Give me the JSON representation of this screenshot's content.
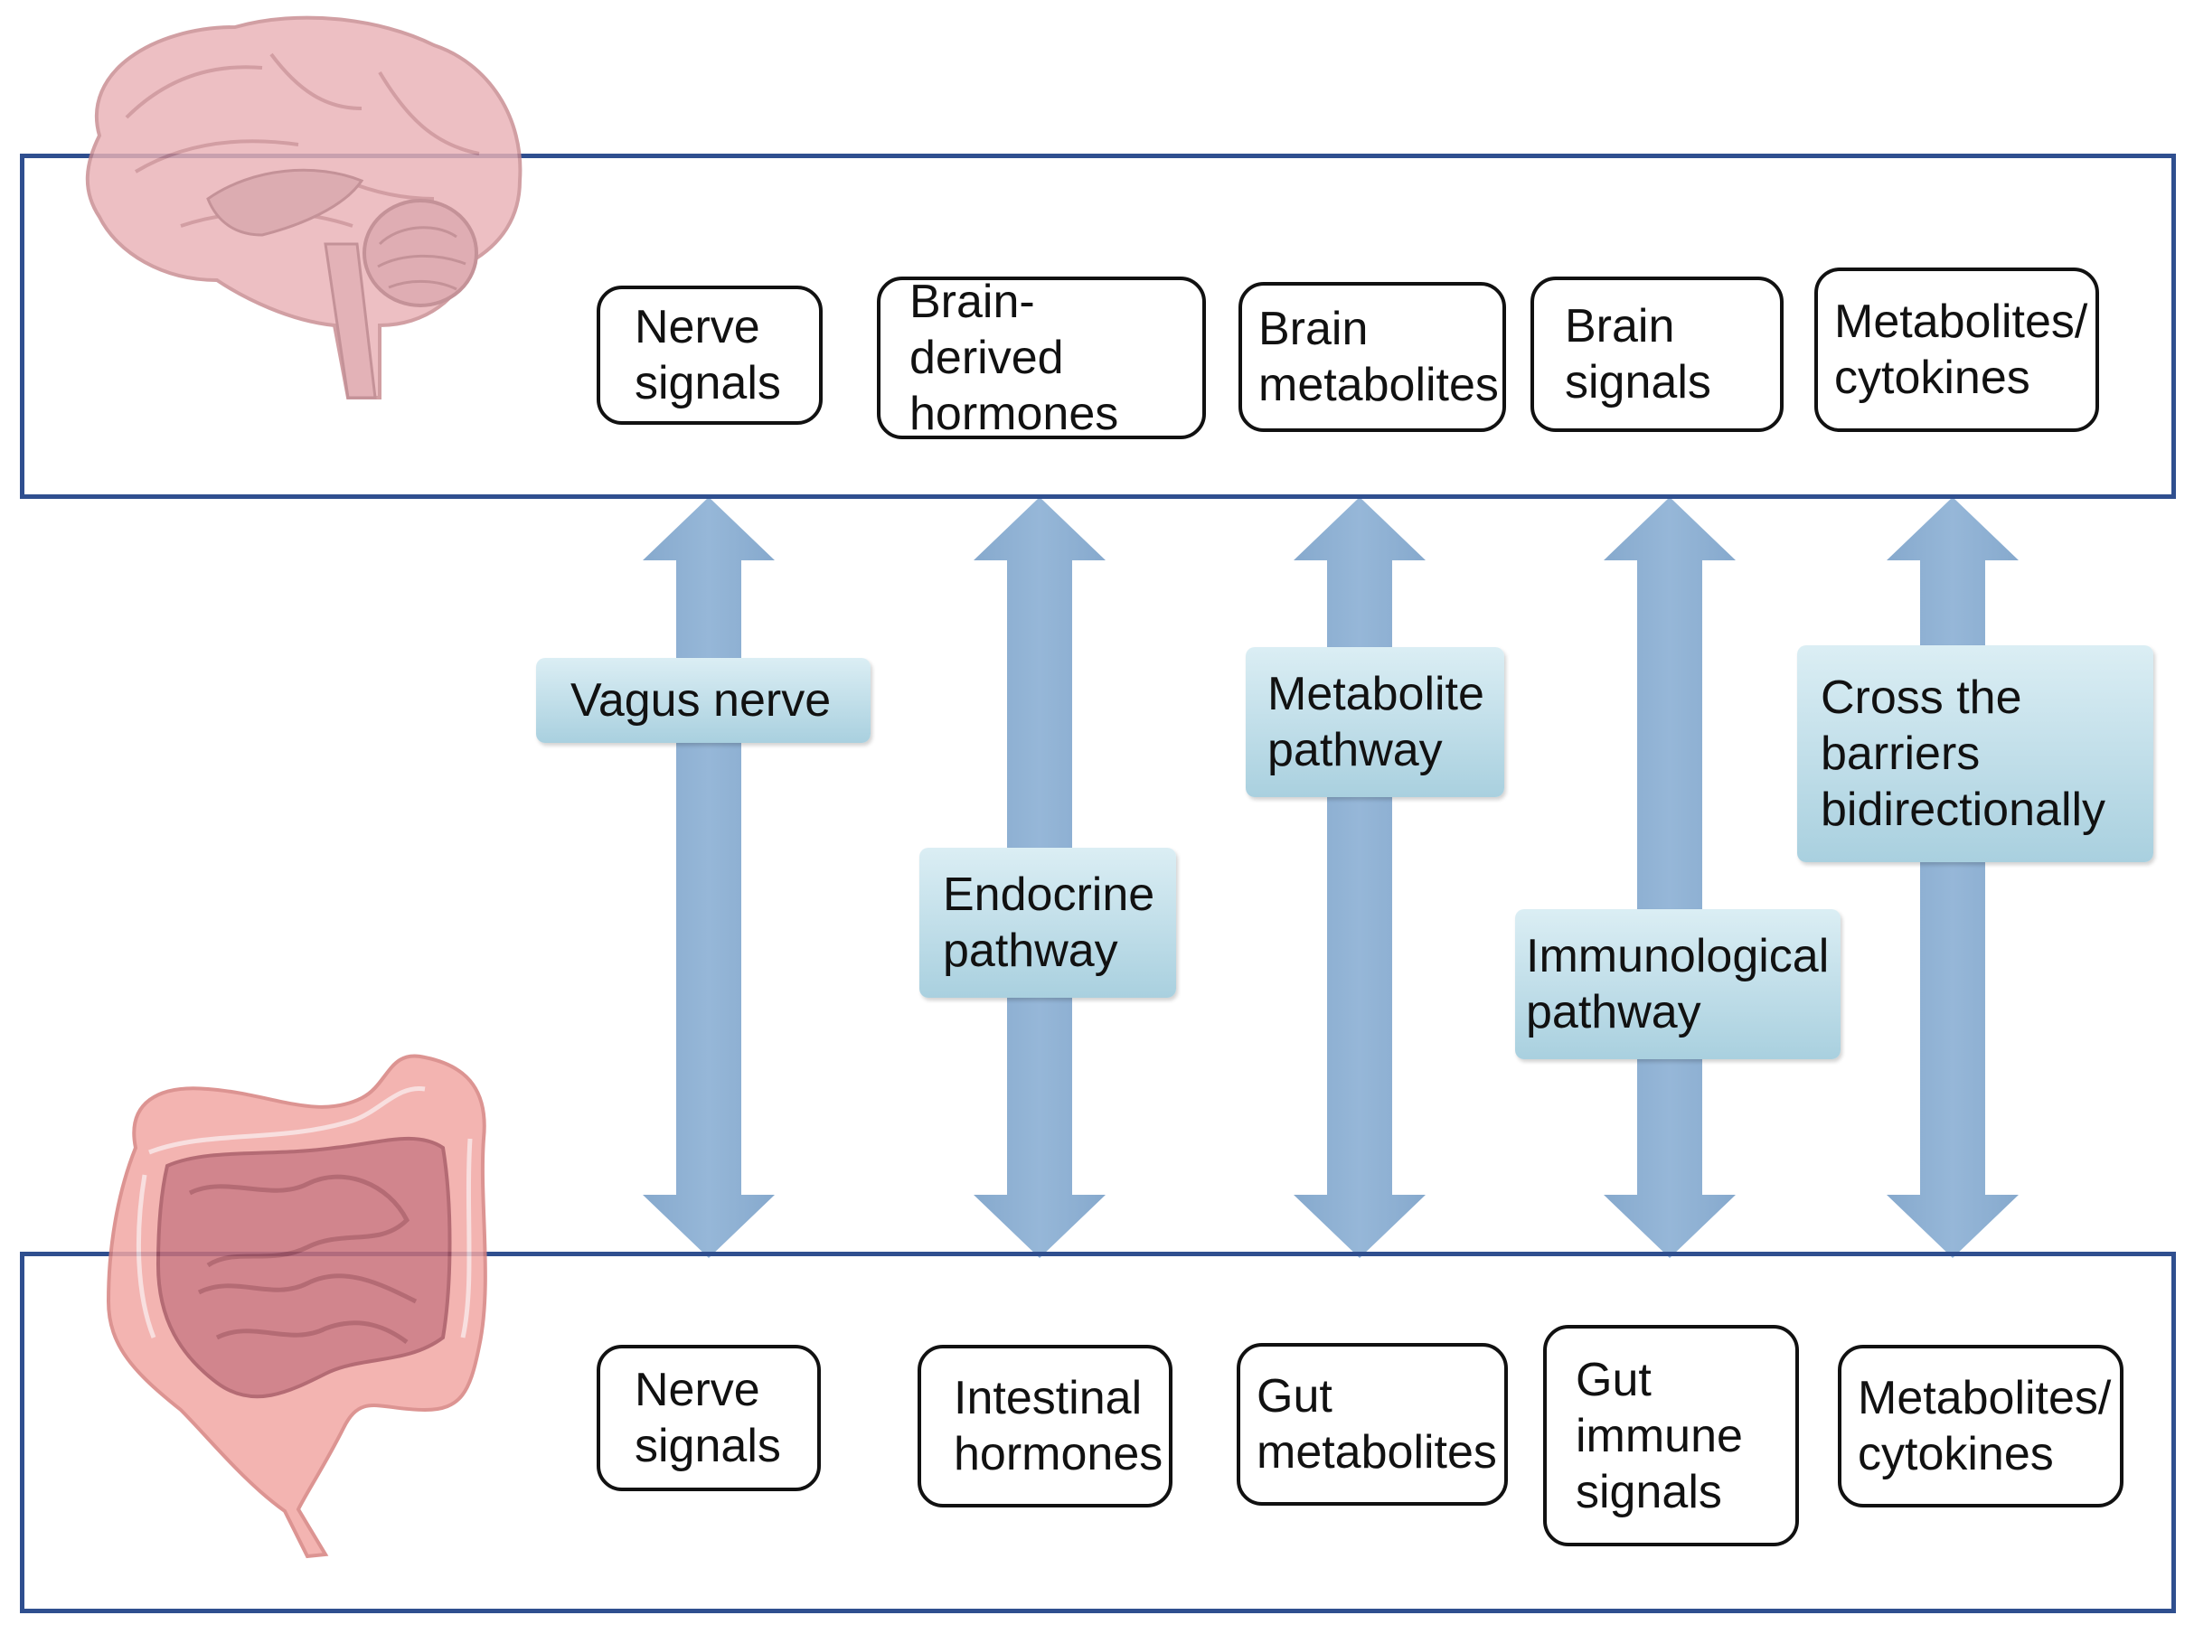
{
  "colors": {
    "panel_border": "#2f4f8f",
    "arrow": "#8eb0d2",
    "label_fill": "#b7d9e6",
    "organ": "#e8a0a6"
  },
  "icons": {
    "top": "brain-icon",
    "bottom": "intestine-icon"
  },
  "brain_boxes": [
    "Nerve\nsignals",
    "Brain-derived\nhormones",
    "Brain\nmetabolites",
    "Brain\nsignals",
    "Metabolites/\ncytokines"
  ],
  "gut_boxes": [
    "Nerve\nsignals",
    "Intestinal\nhormones",
    "Gut\nmetabolites",
    "Gut\nimmune\nsignals",
    "Metabolites/\ncytokines"
  ],
  "pathways": [
    "Vagus nerve",
    "Endocrine\npathway",
    "Metabolite\npathway",
    "Immunological\npathway",
    "Cross the\nbarriers\nbidirectionally"
  ]
}
